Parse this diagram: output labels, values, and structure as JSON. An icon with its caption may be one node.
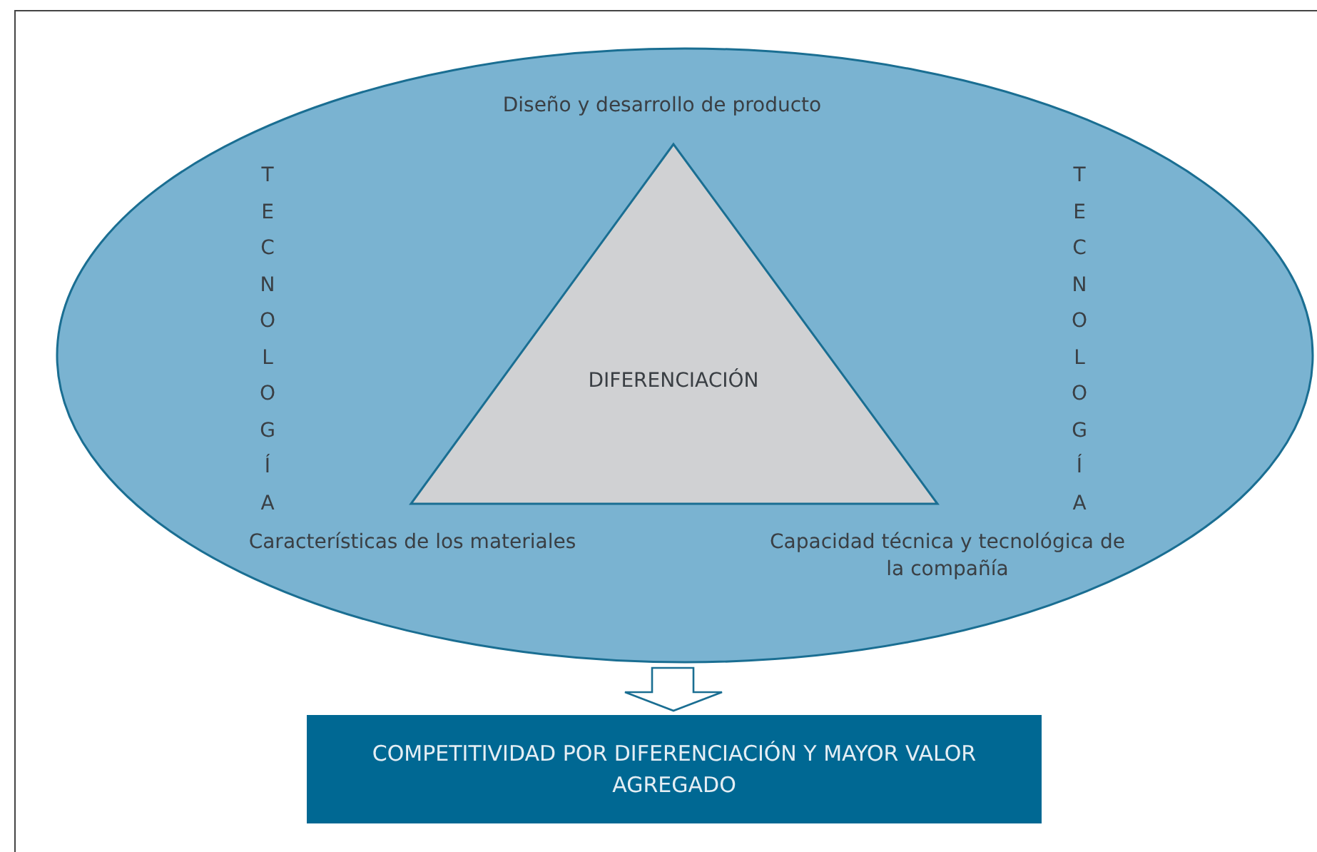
{
  "diagram": {
    "nodes": [
      {
        "text": [
          "Diseño y desarrollo de producto",
          "TECNOLOGÍA",
          "TECNOLOGÍA",
          "Características de los materiales",
          "Capacidad técnica y tecnológica de la compañía"
        ]
      },
      {
        "text": [
          "DIFERENCIACIÓN"
        ],
        "in": 0
      },
      {
        "text": [
          "COMPETITIVIDAD POR DIFERENCIACIÓN Y MAYOR VALOR AGREGADO"
        ]
      }
    ],
    "edges": [
      {
        "from": 0,
        "to": 2,
        "arrow": "to"
      }
    ]
  }
}
